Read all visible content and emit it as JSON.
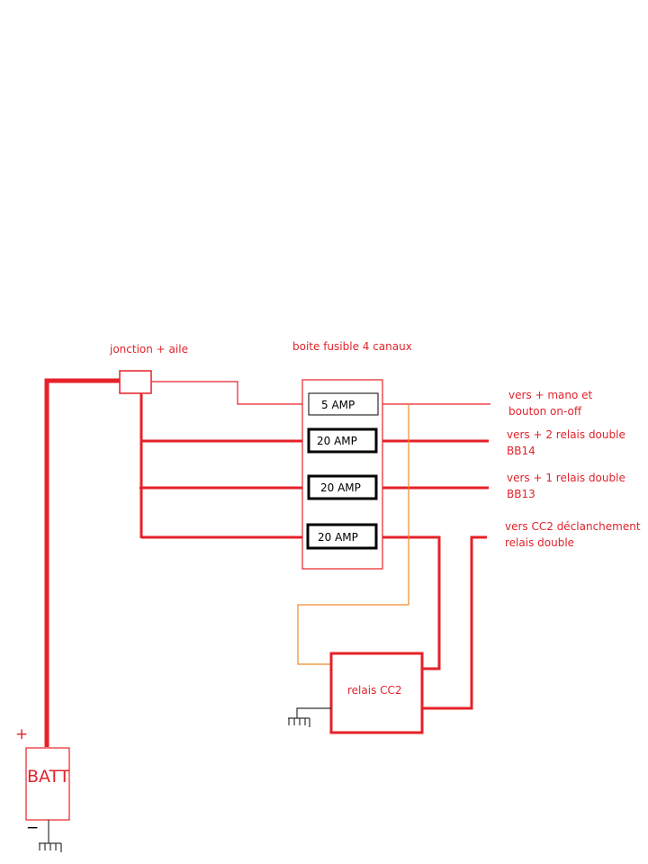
{
  "diagram": {
    "colors": {
      "wire": "#e62129",
      "signal": "#f08a2c",
      "ground": "#333333",
      "fuse_border": "#000000"
    },
    "labels": {
      "junction": "jonction + aile",
      "fuse_box": "boite fusible 4 canaux",
      "relay": "relais CC2",
      "battery": "BATT",
      "battery_plus": "+",
      "battery_minus": "−"
    },
    "fuses": [
      {
        "rating": "5 AMP"
      },
      {
        "rating": "20 AMP"
      },
      {
        "rating": "20 AMP"
      },
      {
        "rating": "20 AMP"
      }
    ],
    "outputs": [
      {
        "line1": "vers + mano et",
        "line2": "bouton on-off"
      },
      {
        "line1": "vers + 2 relais double",
        "line2": "BB14"
      },
      {
        "line1": "vers + 1 relais double",
        "line2": "BB13"
      },
      {
        "line1": "vers CC2 déclanchement",
        "line2": "relais double"
      }
    ]
  }
}
